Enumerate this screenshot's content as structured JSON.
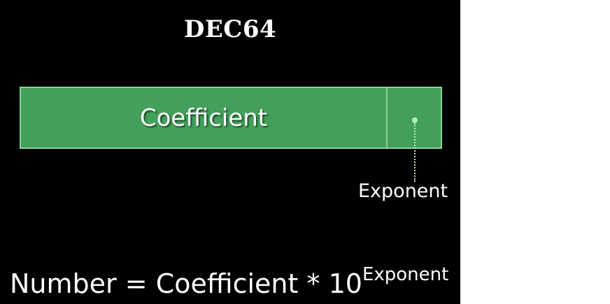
{
  "title": "DEC64",
  "diagram": {
    "coefficient_label": "Coefficient",
    "exponent_label": "Exponent"
  },
  "formula": {
    "lhs": "Number",
    "equals": "=",
    "term": "Coefficient",
    "times": "*",
    "base": "10",
    "power": "Exponent"
  },
  "colors": {
    "field_fill": "#43a05a",
    "field_border": "#8fd19a",
    "background": "#000000"
  }
}
